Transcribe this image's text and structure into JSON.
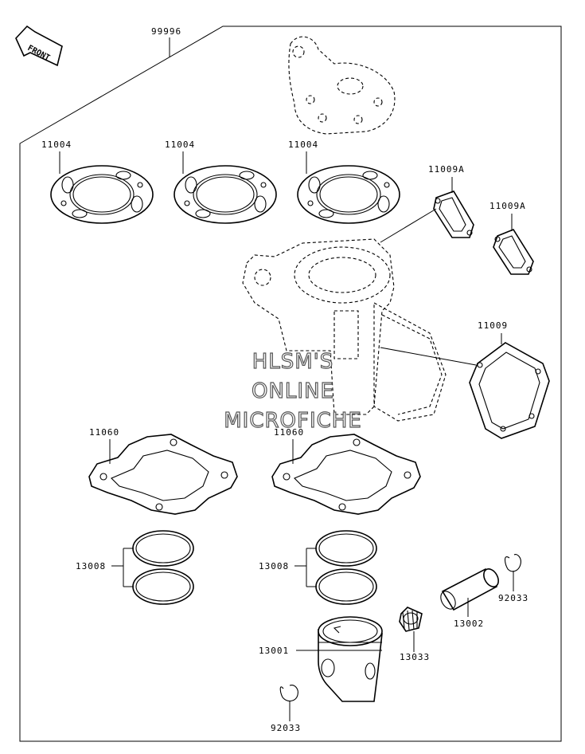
{
  "front_label": "FRONT",
  "kit_label": "99996",
  "callouts": {
    "head_gasket_1": "11004",
    "head_gasket_2": "11004",
    "head_gasket_3": "11004",
    "exhaust_gasket_a1": "11009A",
    "exhaust_gasket_a2": "11009A",
    "reed_gasket": "11009",
    "base_gasket_1": "11060",
    "base_gasket_2": "11060",
    "ring_set_1": "13008",
    "ring_set_2": "13008",
    "piston": "13001",
    "needle_bearing": "13033",
    "piston_pin": "13002",
    "circlip_1": "92033",
    "circlip_2": "92033"
  },
  "watermark": {
    "line1": "HLSM'S",
    "line2": "ONLINE",
    "line3": "MICROFICHE"
  }
}
